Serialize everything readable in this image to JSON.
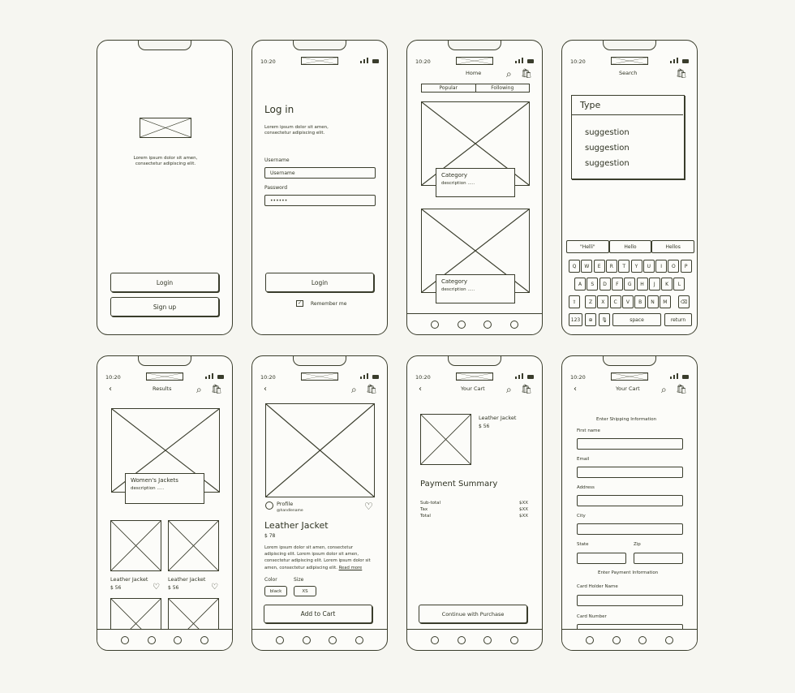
{
  "time": "10:20",
  "screen1": {
    "lorem": "Lorem ipsum dolor sit amen, consectetur adipiscing elit.",
    "login": "Login",
    "signup": "Sign up"
  },
  "screen2": {
    "title": "Log in",
    "lorem": "Lorem ipsum dolor sit amen, consectetur adipiscing elit.",
    "username_label": "Username",
    "username_value": "Username",
    "password_label": "Password",
    "password_value": "••••••",
    "login": "Login",
    "remember": "Remember me"
  },
  "screen3": {
    "title": "Home",
    "tabs": [
      "Popular",
      "Following"
    ],
    "cards": [
      {
        "title": "Category",
        "desc": "description ....."
      },
      {
        "title": "Category",
        "desc": "description ....."
      }
    ]
  },
  "screen4": {
    "title": "Search",
    "input": "Type",
    "suggestions": [
      "suggestion",
      "suggestion",
      "suggestion"
    ],
    "autocomplete": [
      "\"Helli\"",
      "Hello",
      "Hellos"
    ],
    "row1": [
      "Q",
      "W",
      "E",
      "R",
      "T",
      "Y",
      "U",
      "I",
      "O",
      "P"
    ],
    "row2": [
      "A",
      "S",
      "D",
      "F",
      "G",
      "H",
      "J",
      "K",
      "L"
    ],
    "row3": [
      "Z",
      "X",
      "C",
      "V",
      "B",
      "N",
      "M"
    ],
    "k123": "123",
    "space": "space",
    "return": "return"
  },
  "screen5": {
    "title": "Results",
    "hero_title": "Women's Jackets",
    "hero_desc": "description .....",
    "items": [
      {
        "name": "Leather Jacket",
        "price": "$ 56"
      },
      {
        "name": "Leather Jacket",
        "price": "$ 56"
      }
    ]
  },
  "screen6": {
    "profile": "Profile",
    "handle": "@handlename",
    "title": "Leather Jacket",
    "price": "$ 78",
    "desc": "Lorem ipsum dolor sit amen, consectetur adipiscing elit. Lorem ipsum dolor sit amen, consectetur adipiscing elit. Lorem ipsum dolor sit amen, consectetur adipiscing elit.",
    "read_more": "Read more",
    "color_label": "Color",
    "size_label": "Size",
    "color_value": "black",
    "size_value": "XS",
    "add_to_cart": "Add to Cart"
  },
  "screen7": {
    "title": "Your Cart",
    "item_name": "Leather Jacket",
    "item_price": "$ 56",
    "summary_title": "Payment Summary",
    "rows": [
      {
        "label": "Sub-total",
        "value": "$XX"
      },
      {
        "label": "Tax",
        "value": "$XX"
      },
      {
        "label": "Total",
        "value": "$XX"
      }
    ],
    "continue": "Continue with Purchase"
  },
  "screen8": {
    "title": "Your Cart",
    "shipping_header": "Enter Shipping Information",
    "first_name": "First name",
    "email": "Email",
    "address": "Address",
    "city": "City",
    "state": "State",
    "zip": "Zip",
    "payment_header": "Enter Payment Information",
    "card_holder": "Card Holder Name",
    "card_number": "Card Number"
  }
}
